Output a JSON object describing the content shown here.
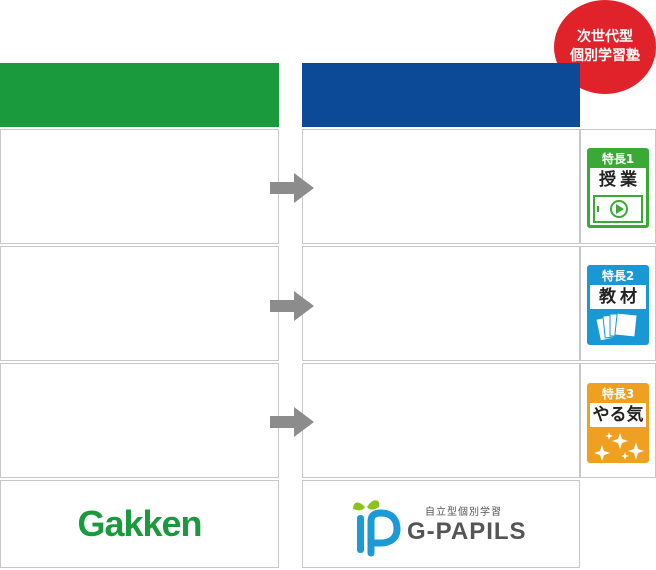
{
  "colors": {
    "gakken_green": "#1a9a3c",
    "gpapils_blue": "#0c4a97",
    "badge_red": "#e0232b",
    "feature1_green": "#3aa935",
    "feature2_blue": "#1a97d5",
    "feature3_orange": "#f0a020",
    "arrow_gray": "#8c8c8c"
  },
  "badge": {
    "line1": "次世代型",
    "line2": "個別学習塾"
  },
  "features": [
    {
      "title": "特長1",
      "name": "授業",
      "icon": "play-video-icon"
    },
    {
      "title": "特長2",
      "name": "教材",
      "icon": "papers-icon"
    },
    {
      "title": "特長3",
      "name": "やる気",
      "icon": "sparkles-icon"
    }
  ],
  "footer": {
    "left_logo": "Gakken",
    "right_logo_sub": "自立型個別学習",
    "right_logo_name": "G-PAPILS"
  }
}
